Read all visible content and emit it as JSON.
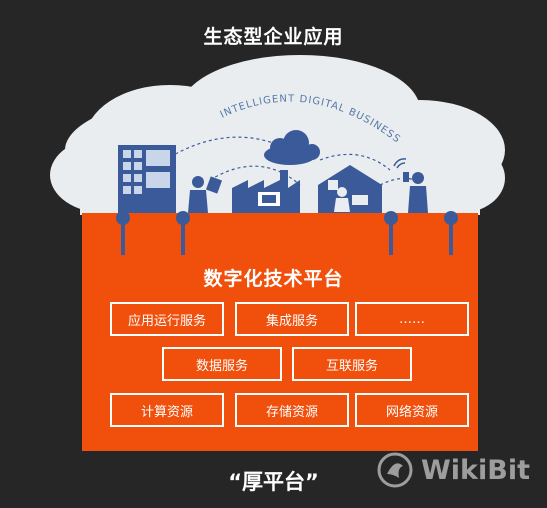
{
  "top_title": "生态型企业应用",
  "cloud_tagline": "INTELLIGENT DIGITAL BUSINESS",
  "platform": {
    "title": "数字化技术平台",
    "row1": [
      "应用运行服务",
      "集成服务",
      "……"
    ],
    "row2": [
      "数据服务",
      "互联服务"
    ],
    "row3": [
      "计算资源",
      "存储资源",
      "网络资源"
    ]
  },
  "bottom_title": "“厚平台”",
  "watermark": "WikiBit",
  "colors": {
    "background": "#262626",
    "platform": "#f04f0c",
    "cloud": "#e8ecef",
    "icon_blue": "#3b5a9a"
  }
}
